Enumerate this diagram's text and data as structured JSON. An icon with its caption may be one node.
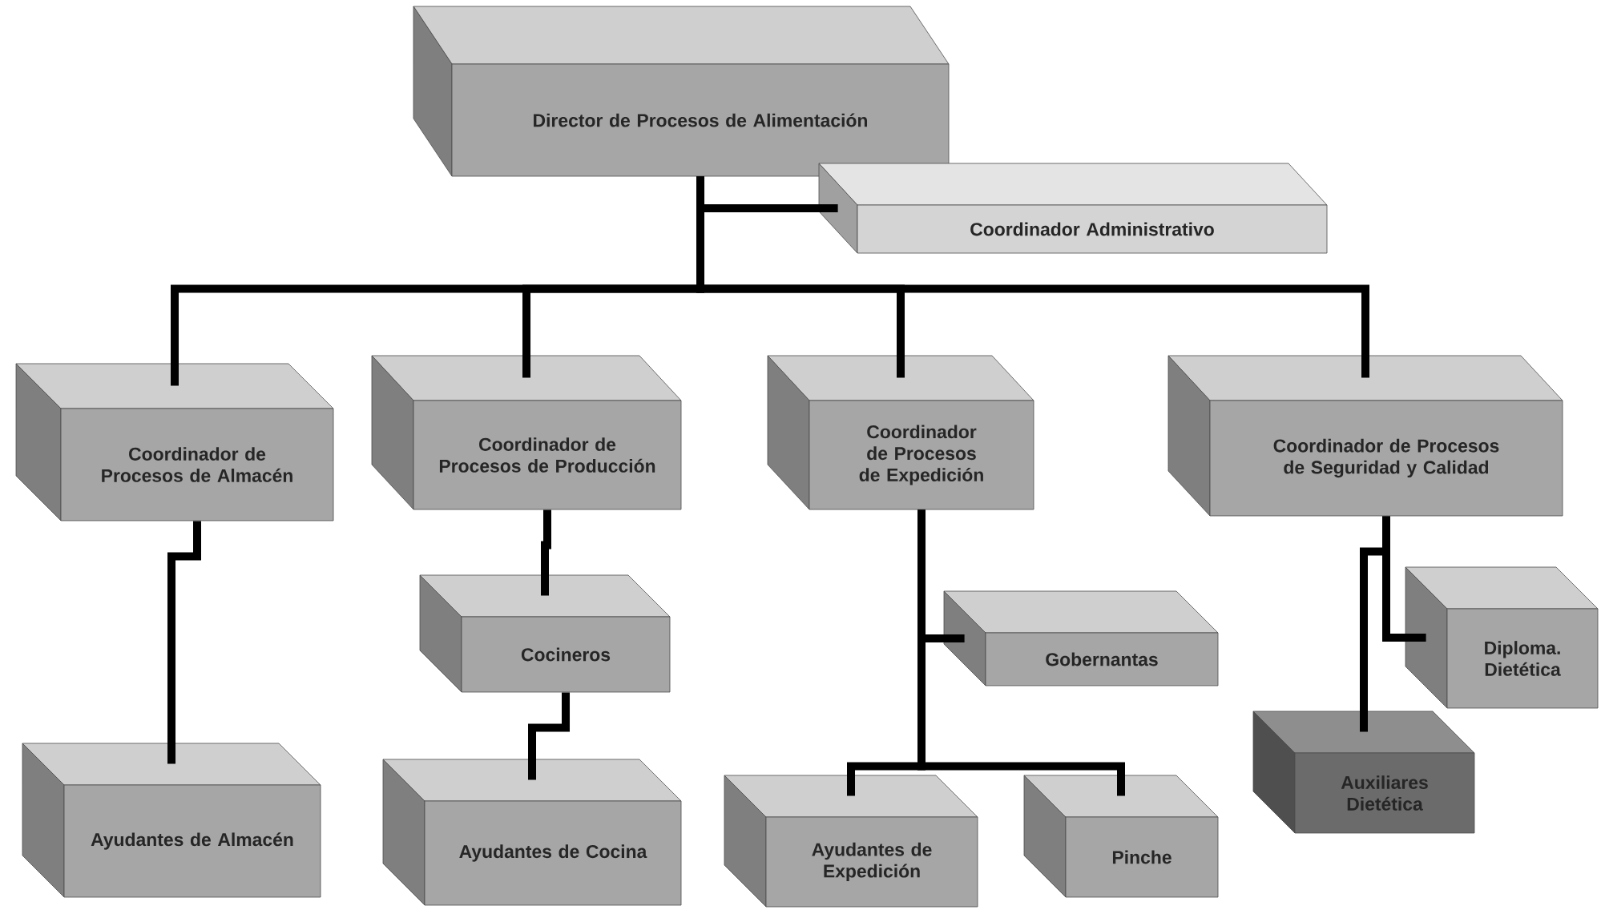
{
  "diagram": {
    "nodes": [
      {
        "text": [
          "Director de Procesos de Alimentación"
        ]
      },
      {
        "text": [
          "Coordinador Administrativo"
        ]
      },
      {
        "text": [
          "Coordinador de Procesos de Almacén"
        ]
      },
      {
        "text": [
          "Coordinador de Procesos de Producción"
        ]
      },
      {
        "text": [
          "Coordinador de Procesos de Expedición"
        ]
      },
      {
        "text": [
          "Coordinador de Procesos de Seguridad y Calidad"
        ]
      },
      {
        "text": [
          "Cocineros"
        ]
      },
      {
        "text": [
          "Gobernantas"
        ]
      },
      {
        "text": [
          "Diploma. Dietética"
        ]
      },
      {
        "text": [
          "Ayudantes de Almacén"
        ]
      },
      {
        "text": [
          "Ayudantes de Cocina"
        ]
      },
      {
        "text": [
          "Ayudantes de Expedición"
        ]
      },
      {
        "text": [
          "Pinche"
        ]
      },
      {
        "text": [
          "Auxiliares Dietética"
        ]
      }
    ],
    "edges": [
      {
        "from": 0,
        "to": 1,
        "arrow": "none"
      },
      {
        "from": 0,
        "to": 2,
        "arrow": "none"
      },
      {
        "from": 0,
        "to": 3,
        "arrow": "none"
      },
      {
        "from": 0,
        "to": 4,
        "arrow": "none"
      },
      {
        "from": 0,
        "to": 5,
        "arrow": "none"
      },
      {
        "from": 2,
        "to": 9,
        "arrow": "none"
      },
      {
        "from": 3,
        "to": 6,
        "arrow": "none"
      },
      {
        "from": 6,
        "to": 10,
        "arrow": "none"
      },
      {
        "from": 4,
        "to": 7,
        "arrow": "none"
      },
      {
        "from": 4,
        "to": 11,
        "arrow": "none"
      },
      {
        "from": 4,
        "to": 12,
        "arrow": "none"
      },
      {
        "from": 5,
        "to": 8,
        "arrow": "none"
      },
      {
        "from": 5,
        "to": 13,
        "arrow": "none"
      }
    ]
  }
}
